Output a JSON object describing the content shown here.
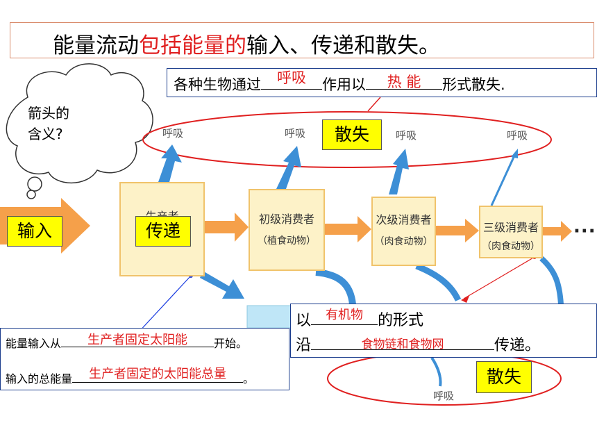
{
  "title": {
    "part1": "能量流动",
    "part2": "包括能量的",
    "part3": "输入、传递和散失。"
  },
  "top_question": {
    "prefix": "各种生物通过",
    "blank1": "呼吸",
    "middle": "作用以",
    "blank2": "热 能",
    "suffix": "形式散失."
  },
  "thought_bubble": {
    "line1": "箭头的",
    "line2": "含义?"
  },
  "labels": {
    "sanshi_top": "散失",
    "sanshi_bottom": "散失",
    "shuru": "输入",
    "chuandi": "传递",
    "more": "····"
  },
  "nodes": {
    "producer": "生产者",
    "primary": {
      "title": "初级消费者",
      "sub": "（植食动物）"
    },
    "secondary": {
      "title": "次级消费者",
      "sub": "（肉食动物）"
    },
    "tertiary": {
      "title": "三级消费者",
      "sub": "（肉食动物）"
    }
  },
  "respiration": [
    "呼吸",
    "呼吸",
    "呼吸",
    "呼吸",
    "呼吸"
  ],
  "mid_question": {
    "l1_prefix": "以",
    "l1_blank": "有机物",
    "l1_suffix": "的形式",
    "l2_prefix": "沿",
    "l2_blank": "食物链和食物网",
    "l2_suffix": "传递。"
  },
  "left_question": {
    "l1_prefix": "能量输入从",
    "l1_blank": "生产者固定太阳能",
    "l1_suffix": "开始。",
    "l2_prefix": "输入的总能量",
    "l2_blank": "生产者固定的太阳能总量",
    "l2_suffix": "。"
  },
  "colors": {
    "orange_arrow": "#f5a04a",
    "blue_arrow": "#3d8fd6",
    "ellipse": "#e02020",
    "highlight": "#ffff00",
    "answer": "#e02020"
  }
}
